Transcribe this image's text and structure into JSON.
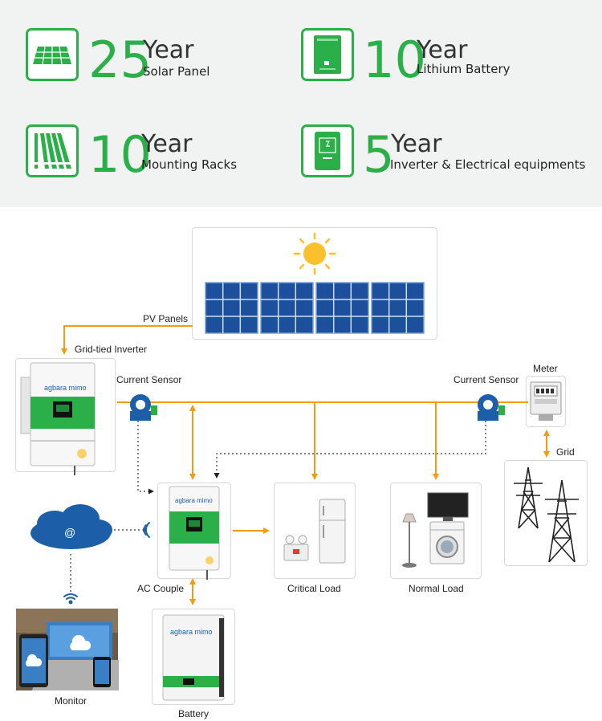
{
  "warranty": [
    {
      "number": "25",
      "unit": "Year",
      "label": "Solar Panel",
      "icon": "solar-panel-icon"
    },
    {
      "number": "10",
      "unit": "Year",
      "label": "Lithium Battery",
      "icon": "battery-icon"
    },
    {
      "number": "10",
      "unit": "Year",
      "label": "Mounting Racks",
      "icon": "mounting-rack-icon"
    },
    {
      "number": "5",
      "unit": "Year",
      "label": "Inverter & Electrical equipments",
      "icon": "inverter-icon"
    }
  ],
  "diagram": {
    "pv_panels": "PV Panels",
    "grid_tied_inverter": "Grid-tied Inverter",
    "current_sensor_left": "Current Sensor",
    "current_sensor_right": "Current Sensor",
    "meter": "Meter",
    "grid": "Grid",
    "ac_couple": "AC Couple",
    "critical_load": "Critical Load",
    "normal_load": "Normal Load",
    "monitor": "Monitor",
    "battery": "Battery",
    "brand": "agbara mimo",
    "cloud_symbol": "@"
  },
  "colors": {
    "green": "#2bb049",
    "orange": "#f39c12",
    "blue": "#1c5ea8"
  }
}
